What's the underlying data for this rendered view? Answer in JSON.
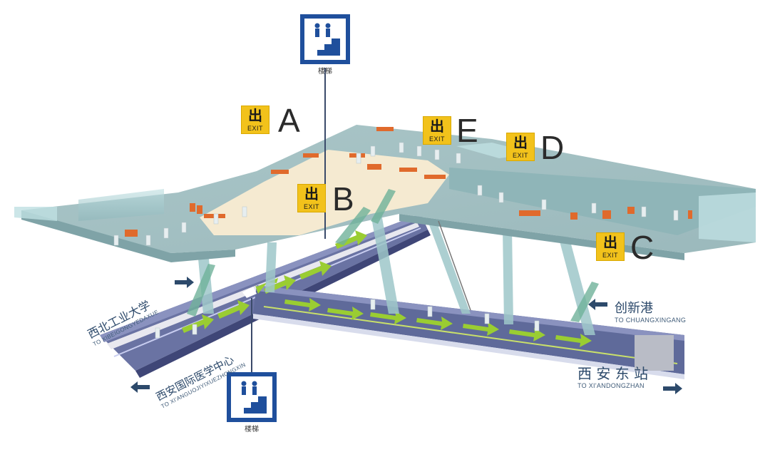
{
  "colors": {
    "platform_top": "#a7c3c5",
    "platform_edge": "#7fa3a7",
    "concourse_floor": "#f5ead1",
    "track_bed": "#5f6a9a",
    "arrow_green": "#9acd32",
    "exit_yellow": "#f2c21b",
    "sign_blue": "#1f4f9c",
    "barrier_orange": "#e06a2c",
    "text_dark": "#2d4a6b"
  },
  "exits": [
    {
      "id": "A",
      "cn": "出",
      "en": "EXIT"
    },
    {
      "id": "B",
      "cn": "出",
      "en": "EXIT"
    },
    {
      "id": "E",
      "cn": "出",
      "en": "EXIT"
    },
    {
      "id": "D",
      "cn": "出",
      "en": "EXIT"
    },
    {
      "id": "C",
      "cn": "出",
      "en": "EXIT"
    }
  ],
  "stairs": [
    {
      "icon": "stairs-icon",
      "label": "楼梯"
    },
    {
      "icon": "stairs-icon",
      "label": "楼梯"
    }
  ],
  "destinations": {
    "xibeigongye": {
      "cn": "西北工业大学",
      "en": "TO XIBEIGONGYEDAXUE",
      "arrow": "right-arrow-icon"
    },
    "xian_intl": {
      "cn": "西安国际医学中心",
      "en": "TO XI'ANGUOJIYIXUEZHONGXIN",
      "arrow": "left-arrow-icon"
    },
    "chuangxingang": {
      "cn": "创新港",
      "en": "TO CHUANGXINGANG",
      "arrow": "left-arrow-icon"
    },
    "xiandongzhan": {
      "cn": "西 安 东 站",
      "en": "TO XI'ANDONGZHAN",
      "arrow": "right-arrow-icon"
    }
  }
}
